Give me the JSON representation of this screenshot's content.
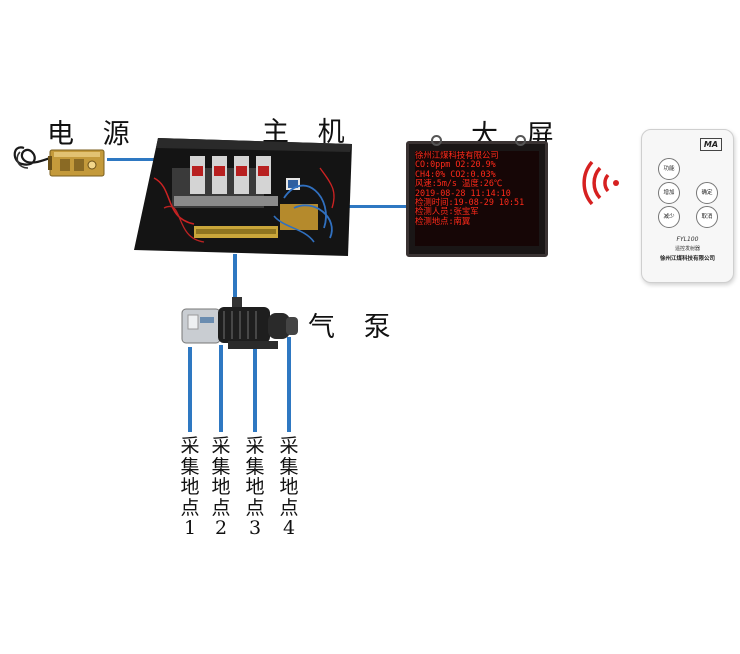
{
  "labels": {
    "power": "电 源",
    "host": "主 机",
    "screen": "大 屏",
    "pump": "气 泵"
  },
  "screen_lines": [
    "徐州江煤科技有限公司",
    "CO:0ppm    O2:20.9%",
    "CH4:0%     CO2:0.03%",
    "风速:5m/s   温度:26℃",
    "2019-08-28 11:14:10",
    "检测时间:19-08-29 10:51",
    "检测人员:张宝军",
    "检测地点:南翼"
  ],
  "remote": {
    "logo": "MA",
    "buttons": [
      "功能",
      "增加",
      "确定",
      "减少",
      "取消"
    ],
    "model": "FYL100",
    "subtitle": "遥控发射器",
    "company": "徐州江煤科技有限公司"
  },
  "sampling_points": [
    {
      "chars": [
        "采",
        "集",
        "地",
        "点",
        "1"
      ]
    },
    {
      "chars": [
        "采",
        "集",
        "地",
        "点",
        "2"
      ]
    },
    {
      "chars": [
        "采",
        "集",
        "地",
        "点",
        "3"
      ]
    },
    {
      "chars": [
        "采",
        "集",
        "地",
        "点",
        "4"
      ]
    }
  ],
  "colors": {
    "wire": "#2e78c2",
    "wifi": "#d62020",
    "screen_text": "#ff2a1a"
  }
}
